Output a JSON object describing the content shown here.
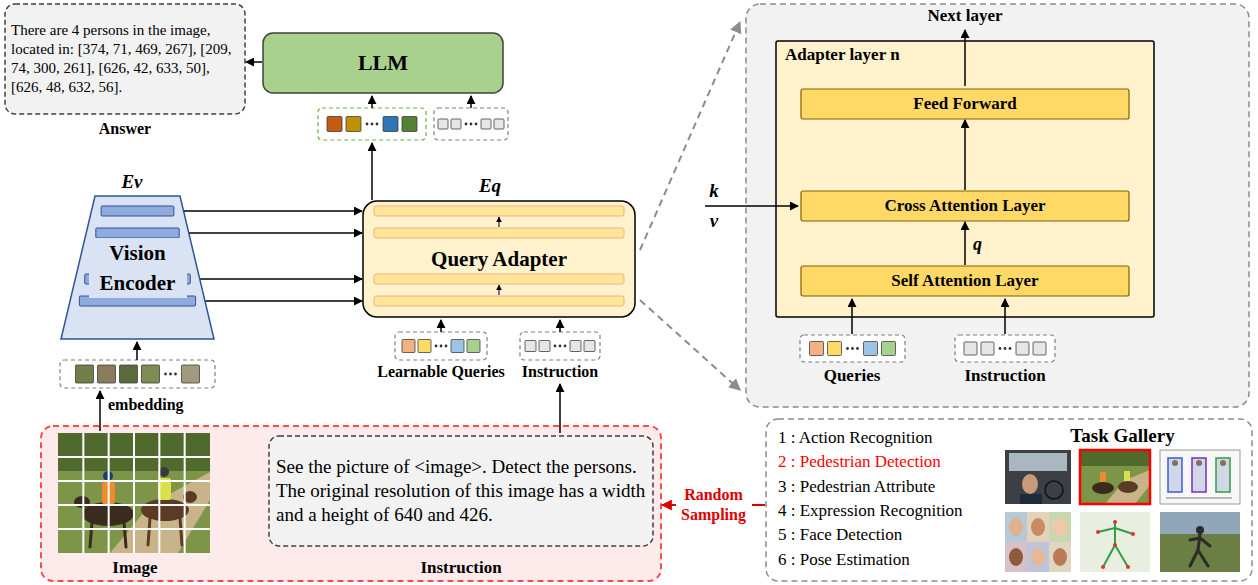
{
  "diagram": {
    "nodes": [
      {
        "text": [
          "There are 4 persons in the image, located in: [374, 71, 469, 267], [209, 74, 300, 261], [626, 42, 633, 50], [626, 48, 632, 56]."
        ]
      },
      {
        "text": [
          "LLM"
        ]
      },
      {
        "text": [
          "Vision Encoder"
        ]
      },
      {
        "text": [
          "Query Adapter"
        ]
      },
      {
        "text": [
          "Next layer",
          "Queries",
          "Instruction"
        ]
      },
      {
        "text": [
          "Adapter layer n"
        ],
        "in": 4
      },
      {
        "text": [
          "Feed Forward"
        ],
        "in": 5
      },
      {
        "text": [
          "Cross Attention Layer"
        ],
        "in": 5
      },
      {
        "text": [
          "Self Attention Layer"
        ],
        "in": 5
      },
      {
        "text": [
          "Image",
          "Instruction"
        ]
      },
      {
        "text": [
          "See the picture of <image>. Detect the persons. The original resolution of this image has a width and a height of 640 and 426."
        ],
        "in": 9
      },
      {
        "text": [
          "1 : Action Recognition",
          "2 : Pedestrian Detection",
          "3 : Pedestrian Attribute",
          "4 : Expression Recognition",
          "5 : Face Detection",
          "6 : Pose Estimation",
          "Task Gallery"
        ]
      }
    ],
    "edges": [
      {
        "from": 1,
        "to": 0,
        "arrow": "to"
      },
      {
        "from": 2,
        "to": 3,
        "arrow": "to"
      },
      {
        "from": 2,
        "to": 3,
        "arrow": "to"
      },
      {
        "from": 2,
        "to": 3,
        "arrow": "to"
      },
      {
        "from": 2,
        "to": 3,
        "arrow": "to"
      },
      {
        "from": 8,
        "to": 7,
        "label": "q",
        "arrow": "to"
      },
      {
        "from": 7,
        "to": 6,
        "arrow": "to"
      },
      {
        "from": 11,
        "to": 9,
        "label": "Random Sampling",
        "arrow": "to"
      }
    ],
    "labels": [
      "Answer",
      "Ev",
      "Eq",
      "embedding",
      "Learnable Queries",
      "Instruction",
      "k",
      "v"
    ]
  }
}
